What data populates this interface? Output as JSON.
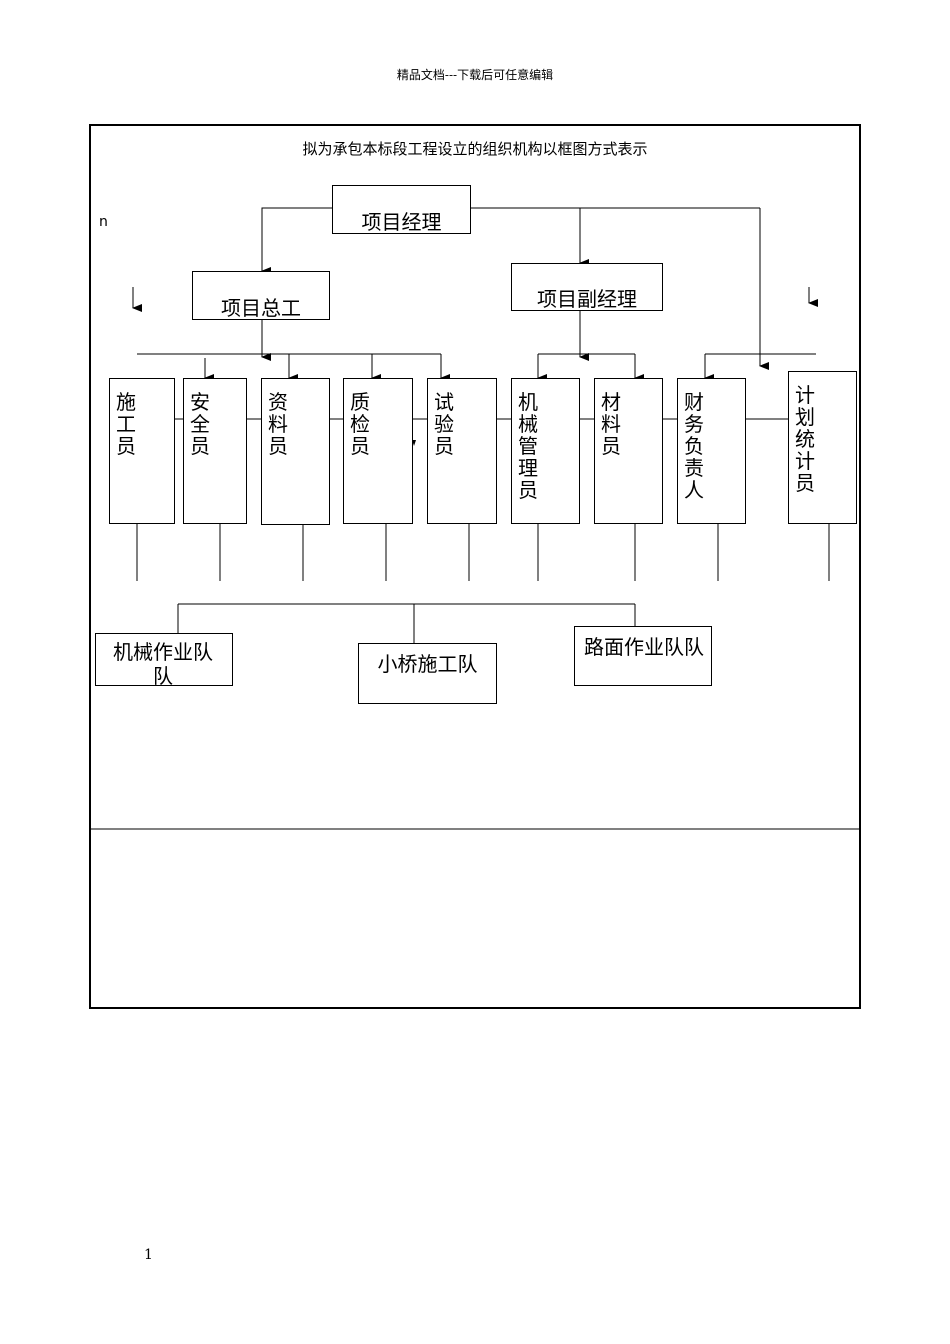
{
  "header": "精品文档---下载后可任意编辑",
  "title": "拟为承包本标段工程设立的组织机构以框图方式表示",
  "stray_mark": "n",
  "managers": {
    "pm": "项目经理",
    "chief": "项目总工",
    "deputy": "项目副经理"
  },
  "staff": [
    "施工员",
    "安全员",
    "资料员",
    "质检员",
    "试验员",
    "机械管理员",
    "材料员",
    "财务负责人",
    "计划统计员"
  ],
  "teams": [
    "机械作业队队",
    "小桥施工队",
    "路面作业队队"
  ],
  "page_number": "1"
}
